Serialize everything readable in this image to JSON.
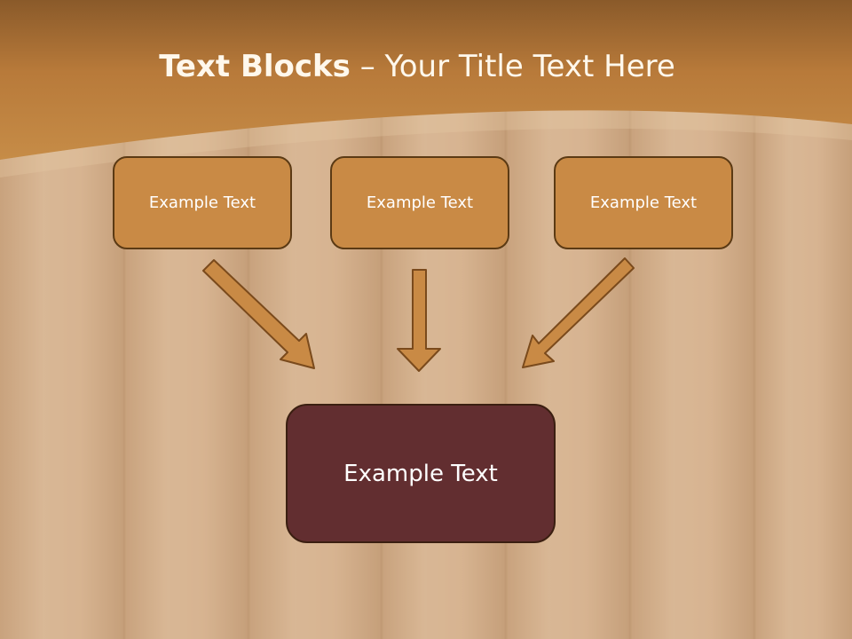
{
  "title": {
    "bold": "Text Blocks",
    "rest": " – Your Title Text Here"
  },
  "boxes": {
    "left": "Example Text",
    "center": "Example Text",
    "right": "Example Text",
    "bottom": "Example Text"
  },
  "colors": {
    "header": "#c58a42",
    "top_box_fill": "#c98a45",
    "bottom_box_fill": "#622e30",
    "arrow_fill": "#c98a45",
    "outline": "#5b3a14"
  }
}
